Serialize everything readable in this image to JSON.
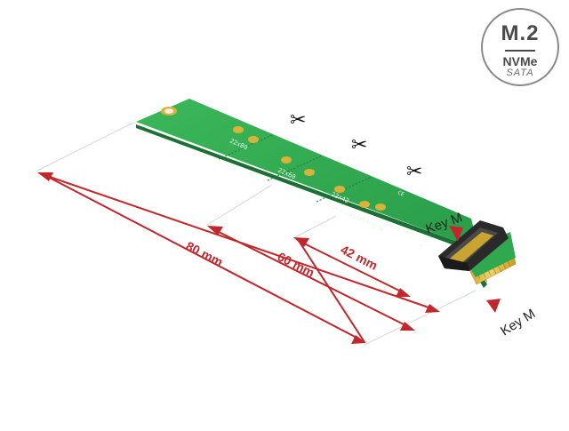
{
  "badge": {
    "title": "M.2",
    "line1": "NVMe",
    "line2": "SATA"
  },
  "dimensions": [
    {
      "label": "80 mm"
    },
    {
      "label": "60 mm"
    },
    {
      "label": "42 mm"
    }
  ],
  "callouts": {
    "key_top": "Key M",
    "key_bottom": "Key M"
  },
  "board": {
    "mark_2280": "22x80",
    "mark_2260": "22x60",
    "mark_2242": "22x42",
    "board_text": "M.2 adapter card",
    "board_subtext": "www.delock.com",
    "part_no": "S",
    "logo": "CE"
  },
  "colors": {
    "pcb": "#2fa84f",
    "pcb_dark": "#1f7a3a",
    "gold": "#d9b23a",
    "dimension": "#c0282d",
    "connector": "#2a2a2a"
  },
  "icons": {
    "cut": "scissors-icon"
  }
}
